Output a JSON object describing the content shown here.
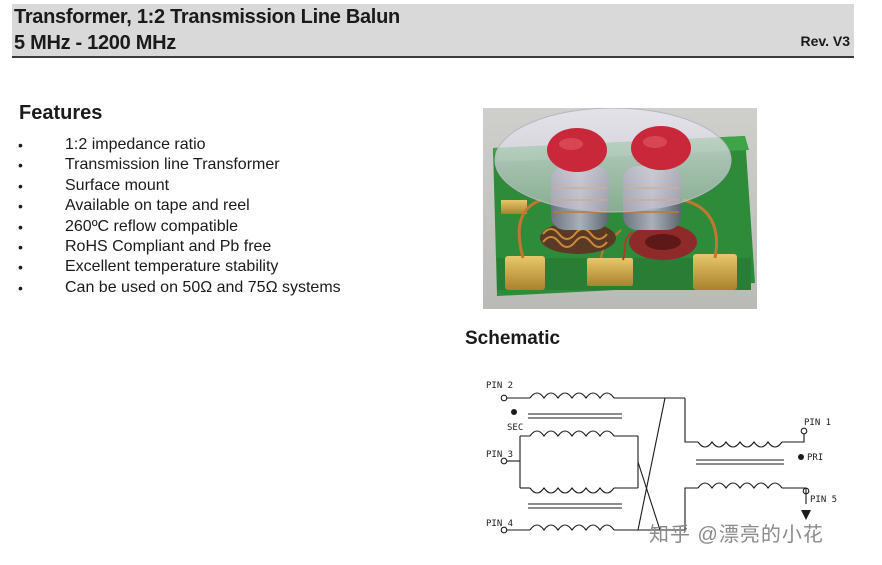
{
  "header": {
    "title_line1": "Transformer, 1:2 Transmission Line Balun",
    "title_line2": "5 MHz - 1200 MHz",
    "revision": "Rev.  V3"
  },
  "features": {
    "heading": "Features",
    "bullet": "•",
    "items": [
      "1:2 impedance ratio",
      "Transmission line Transformer",
      "Surface mount",
      "Available on tape and reel",
      "260ºC reflow compatible",
      "RoHS Compliant and Pb free",
      "Excellent temperature stability",
      "Can be used on 50Ω and 75Ω systems"
    ]
  },
  "schematic": {
    "heading": "Schematic",
    "labels": {
      "pin2": "PIN 2",
      "pin3": "PIN 3",
      "pin4": "PIN 4",
      "pin1": "PIN 1",
      "pin5": "PIN 5",
      "sec": "SEC",
      "pri": "PRI"
    }
  },
  "watermark": "知乎 @漂亮的小花",
  "colors": {
    "header_bg": "#d9d9d9",
    "pcb_green": "#2e8b3a",
    "cap_red": "#c8283a"
  }
}
